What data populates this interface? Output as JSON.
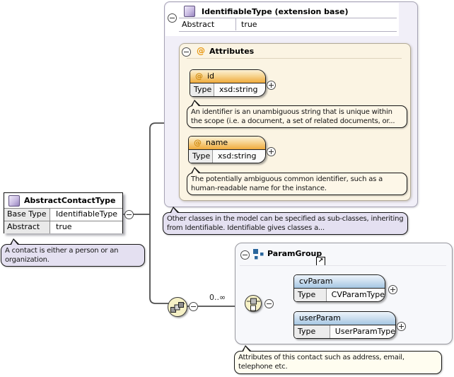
{
  "colors": {
    "container_fill": "#f1eff8",
    "attributes_fill": "#fbf4e3",
    "attr_header_orange": "#f0ab3c",
    "element_header_blue": "#a5c6e2",
    "note_cream": "#fdf7e8",
    "note_lavender": "#e4e0f1",
    "note_pale": "#fffdf0",
    "group_icon_blue": "#2a669c",
    "compositor_yellow": "#f6f1c6"
  },
  "icons": {
    "at": "@",
    "link_arrow": "↗"
  },
  "identifiable": {
    "title": "IdentifiableType (extension base)",
    "abstract_label": "Abstract",
    "abstract_value": "true",
    "note": "Other classes in the model can be specified as sub-classes, inheriting from Identifiable. Identifiable gives classes a..."
  },
  "attributes_section": {
    "title": "Attributes",
    "id_attr": {
      "name": "id",
      "type_label": "Type",
      "type_value": "xsd:string",
      "note": "An identifier is an unambiguous string that is unique within the scope (i.e. a document, a set of related documents, or..."
    },
    "name_attr": {
      "name": "name",
      "type_label": "Type",
      "type_value": "xsd:string",
      "note": "The potentially ambiguous common identifier, such as a human-readable name for the instance."
    }
  },
  "contact": {
    "title": "AbstractContactType",
    "base_type_label": "Base Type",
    "base_type_value": "IdentifiableType",
    "abstract_label": "Abstract",
    "abstract_value": "true",
    "note": "A contact is either a person or an organization."
  },
  "param_group": {
    "occurs": "0..∞",
    "title": "ParamGroup",
    "cv_param": {
      "name": "cvParam",
      "type_label": "Type",
      "type_value": "CVParamType"
    },
    "user_param": {
      "name": "userParam",
      "type_label": "Type",
      "type_value": "UserParamType"
    },
    "note": "Attributes of this contact such as address, email, telephone etc."
  }
}
